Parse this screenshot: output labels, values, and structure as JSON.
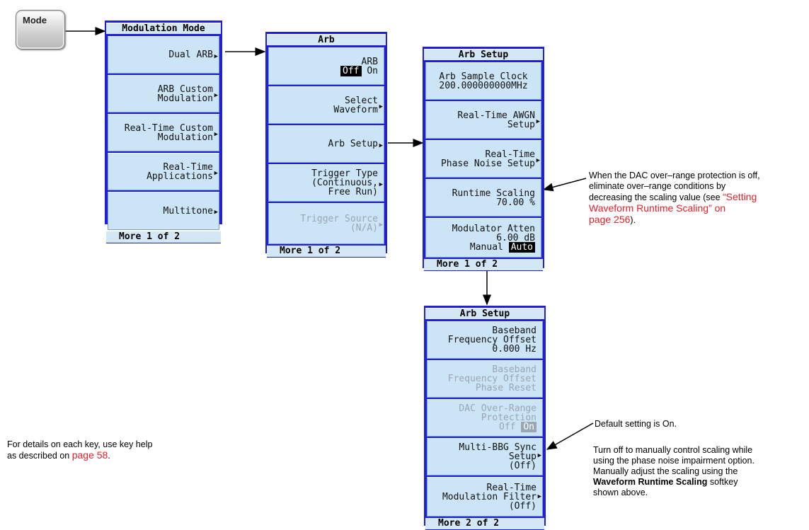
{
  "mode_button": {
    "label": "Mode"
  },
  "modulation_menu": {
    "title": "Modulation Mode",
    "keys": [
      {
        "lines": [
          "Dual ARB"
        ],
        "arrow": "▶"
      },
      {
        "lines": [
          "ARB Custom",
          "Modulation"
        ],
        "arrow": "▶"
      },
      {
        "lines": [
          "Real-Time Custom",
          "Modulation"
        ],
        "arrow": "▶"
      },
      {
        "lines": [
          "Real-Time",
          "Applications"
        ],
        "arrow": "▶"
      },
      {
        "lines": [
          "Multitone"
        ],
        "arrow": "▶"
      }
    ],
    "more": "More 1 of 2"
  },
  "arb_menu": {
    "title": "Arb",
    "arb_label": "ARB",
    "arb_off": "Off",
    "arb_on": "On",
    "keys": [
      {
        "lines": [
          "Select",
          "Waveform"
        ],
        "arrow": "▶"
      },
      {
        "lines": [
          "Arb Setup"
        ],
        "arrow": "▶"
      },
      {
        "lines": [
          "Trigger Type",
          "(Continuous,",
          "Free Run)"
        ],
        "arrow": "▶"
      },
      {
        "lines": [
          "Trigger Source",
          "(N/A)"
        ],
        "arrow": "▶"
      }
    ],
    "more": "More 1 of 2"
  },
  "arb_setup_1": {
    "title": "Arb Setup",
    "keys": [
      {
        "lines": [
          "Arb Sample Clock",
          "200.000000000MHz"
        ]
      },
      {
        "lines": [
          "Real-Time AWGN",
          "Setup"
        ],
        "arrow": "▶"
      },
      {
        "lines": [
          "Real-Time",
          "Phase Noise Setup"
        ],
        "arrow": "▶"
      },
      {
        "lines": [
          "Runtime Scaling",
          "70.00 %"
        ]
      },
      {
        "lines": [
          "Modulator Atten",
          "6.00 dB"
        ]
      }
    ],
    "manual": "Manual",
    "auto": "Auto",
    "more": "More 1 of 2"
  },
  "arb_setup_2": {
    "title": "Arb Setup",
    "keys": [
      {
        "lines": [
          "Baseband",
          "Frequency Offset",
          "0.000 Hz"
        ]
      },
      {
        "lines": [
          "Baseband",
          "Frequency Offset",
          "Phase Reset"
        ]
      },
      {
        "lines": [
          "DAC Over-Range",
          "Protection"
        ]
      },
      {
        "lines": [
          "Multi-BBG Sync",
          "Setup",
          "(Off)"
        ],
        "arrow": "▶"
      },
      {
        "lines": [
          "Real-Time",
          "Modulation Filter",
          "(Off)"
        ],
        "arrow": "▶"
      }
    ],
    "dac_off": "Off",
    "dac_on": "On",
    "more": "More 2 of 2"
  },
  "notes": {
    "scaling_1": "When the DAC over–range protection is off,",
    "scaling_2": "eliminate over–range conditions by",
    "scaling_3": "decreasing the scaling value (see ",
    "scaling_link_1": "“Setting",
    "scaling_link_2": "Waveform Runtime Scaling” on",
    "scaling_link_3": "page 256",
    "scaling_end": ").",
    "default_setting": "Default setting is On.",
    "turn_off_1": "Turn off to manually control scaling while",
    "turn_off_2": "using the phase noise impairment option.",
    "turn_off_3": "Manually adjust the scaling using the",
    "turn_off_bold": "Waveform Runtime Scaling",
    "turn_off_4": " softkey",
    "turn_off_5": "shown above.",
    "details_1": "For details on each key, use key help",
    "details_2": "as described on ",
    "details_link": "page 58",
    "details_end": "."
  },
  "colors": {
    "panel_border": "#1f20d8",
    "softkey": "#cbe4f6",
    "link_red": "#e0202a"
  }
}
